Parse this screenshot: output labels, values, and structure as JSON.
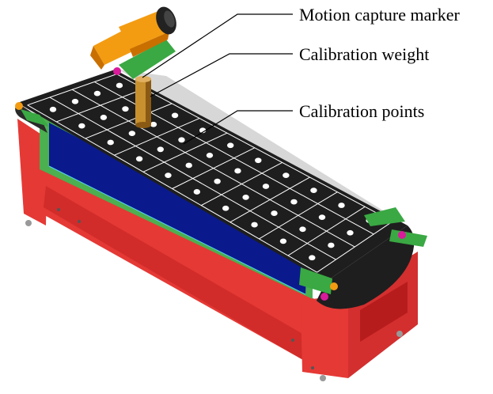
{
  "callouts": [
    {
      "id": "marker",
      "label": "Motion capture marker"
    },
    {
      "id": "weight",
      "label": "Calibration weight"
    },
    {
      "id": "points",
      "label": "Calibration points"
    }
  ],
  "colors": {
    "frame": "#e53935",
    "frame_dark": "#b71c1c",
    "belt": "#1e1e1e",
    "grid_line": "#ffffff",
    "calibration_point": "#ffffff",
    "side_panel": "#0a1a8c",
    "side_panel_edge": "#4caf50",
    "motor": "#f39c12",
    "motor_dark": "#c96f00",
    "motor_cap": "#222222",
    "weight": "#c8902e",
    "weight_dark": "#8a5a14",
    "green_mount": "#3aa843",
    "magenta_part": "#d81b9a",
    "back_rail": "#d7d7d7",
    "leader_line": "#000000"
  },
  "belt_grid": {
    "rows": 4,
    "columns": 10
  }
}
